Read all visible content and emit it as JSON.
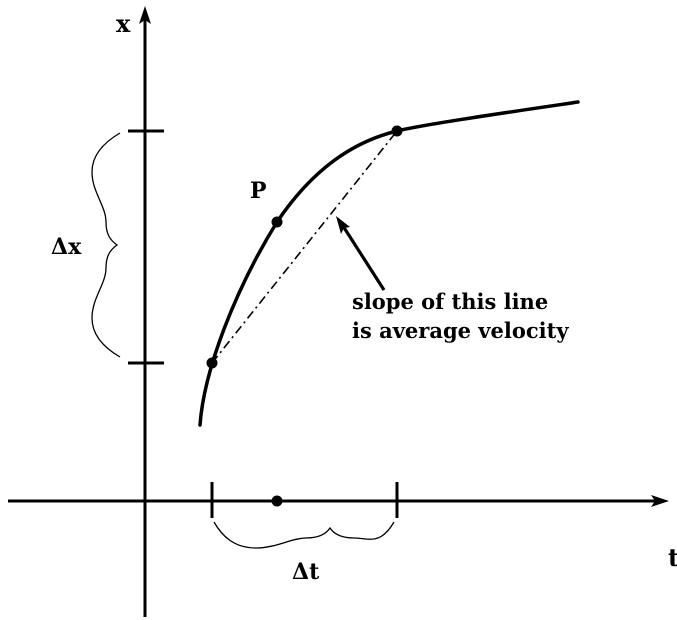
{
  "labels": {
    "x_axis": "x",
    "t_axis": "t",
    "point": "P",
    "delta_x": "Δx",
    "delta_t": "Δt",
    "annotation_line1": "slope of this line",
    "annotation_line2": "is average velocity"
  },
  "colors": {
    "ink": "#000000",
    "background": "#ffffff"
  }
}
